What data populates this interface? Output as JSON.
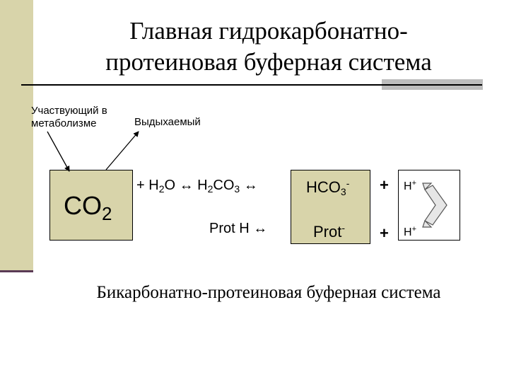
{
  "slide": {
    "title_line1": "Главная гидрокарбонатно-",
    "title_line2": "протеиновая буферная система",
    "label_metabolism_line1": "Участвующий в",
    "label_metabolism_line2": "метаболизме",
    "label_exhaled": "Выдыхаемый",
    "co2": {
      "base": "CO",
      "sub": "2"
    },
    "equation1": {
      "plus": "+ H",
      "h2o_sub": "2",
      "o_arrow": "O ↔ H",
      "h2co3_sub": "2",
      "co": "CO",
      "co3_sub": "3",
      "arrow": " ↔"
    },
    "equation2": "Prot H ↔",
    "ion1": {
      "base": "HCO",
      "sub": "3",
      "sup": "-"
    },
    "ion2": {
      "base": "Prot",
      "sup": "-"
    },
    "plus_sign": "+",
    "hplus": {
      "base": "H",
      "sup": "+"
    },
    "bottom_caption": "Бикарбонатно-протеиновая буферная система"
  },
  "colors": {
    "accent_box": "#d8d4aa",
    "bar_line": "#5a3a55",
    "rule_block": "#bdbdbd",
    "arrow_fill": "#e6e6e6"
  },
  "icons": [
    "arrow-to-co2-icon",
    "arrow-from-co2-icon",
    "bidirectional-bracket-arrow-icon"
  ]
}
